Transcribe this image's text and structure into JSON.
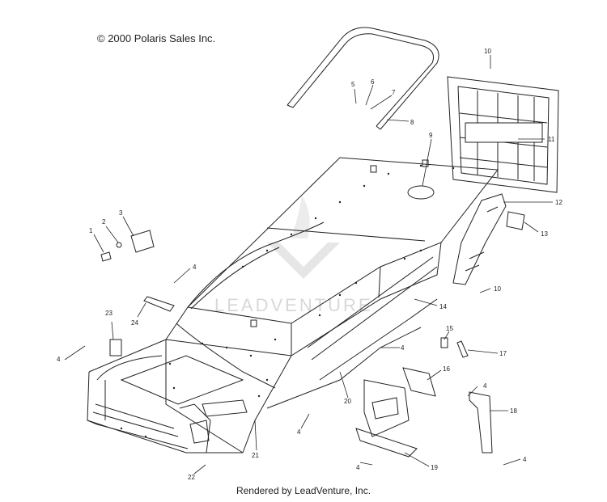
{
  "copyright": "© 2000 Polaris Sales Inc.",
  "footer": "Rendered by LeadVenture, Inc.",
  "watermark": "LEADVENTURE",
  "callouts": [
    "1",
    "2",
    "3",
    "4",
    "4",
    "4",
    "4",
    "4",
    "4",
    "4",
    "5",
    "6",
    "7",
    "8",
    "9",
    "10",
    "10",
    "11",
    "12",
    "13",
    "14",
    "15",
    "16",
    "17",
    "18",
    "19",
    "20",
    "21",
    "22",
    "23",
    "24"
  ]
}
